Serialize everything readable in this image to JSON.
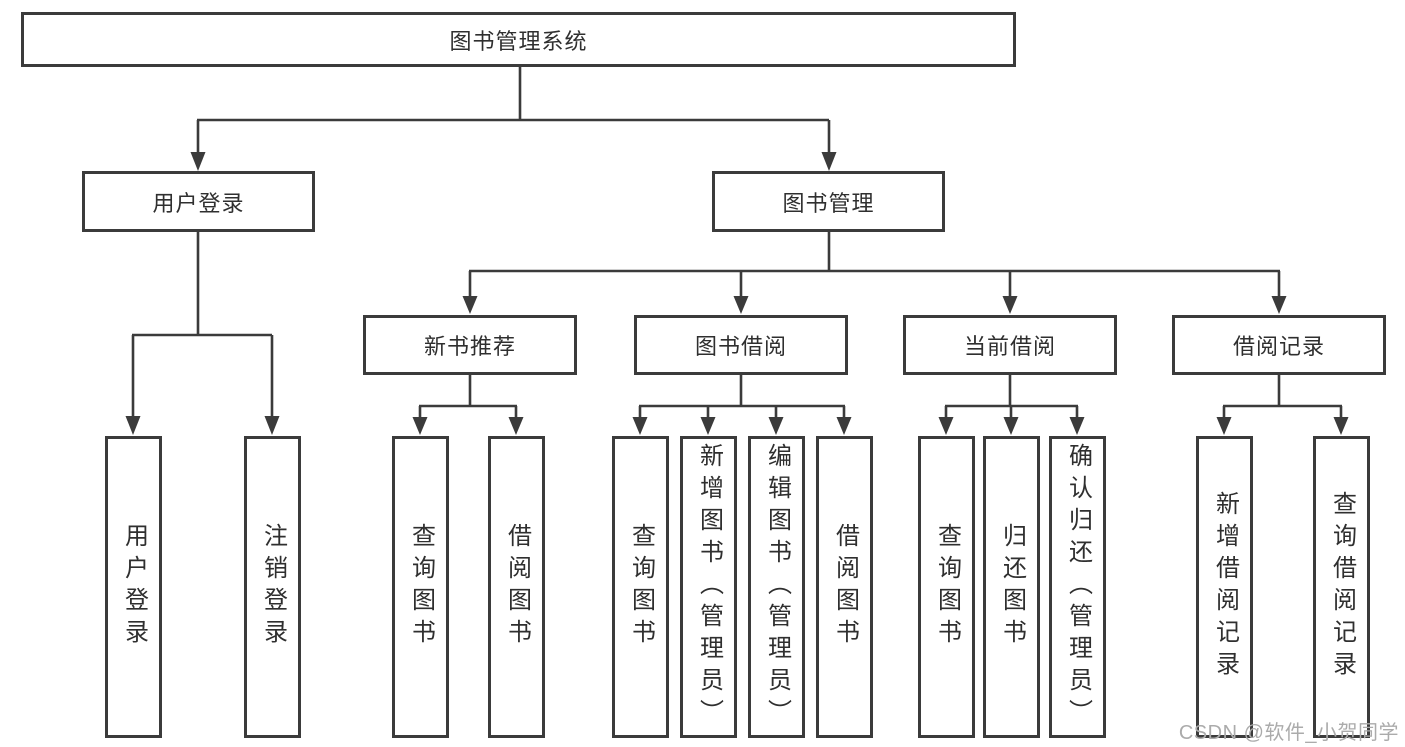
{
  "diagram": {
    "root": {
      "label": "图书管理系统"
    },
    "branches": [
      {
        "label": "用户登录",
        "children": [
          {
            "label": "用户登录"
          },
          {
            "label": "注销登录"
          }
        ]
      },
      {
        "label": "图书管理",
        "children": [
          {
            "label": "新书推荐",
            "children": [
              {
                "label": "查询图书"
              },
              {
                "label": "借阅图书"
              }
            ]
          },
          {
            "label": "图书借阅",
            "children": [
              {
                "label": "查询图书"
              },
              {
                "label": "新增图书（管理员）"
              },
              {
                "label": "编辑图书（管理员）"
              },
              {
                "label": "借阅图书"
              }
            ]
          },
          {
            "label": "当前借阅",
            "children": [
              {
                "label": "查询图书"
              },
              {
                "label": "归还图书"
              },
              {
                "label": "确认归还（管理员）"
              }
            ]
          },
          {
            "label": "借阅记录",
            "children": [
              {
                "label": "新增借阅记录"
              },
              {
                "label": "查询借阅记录"
              }
            ]
          }
        ]
      }
    ]
  },
  "watermark": {
    "text": "CSDN @软件_小贺同学"
  },
  "colors": {
    "line": "#3b3b3b",
    "text": "#2f2f2f",
    "background": "#ffffff",
    "watermark": "#ababab"
  }
}
